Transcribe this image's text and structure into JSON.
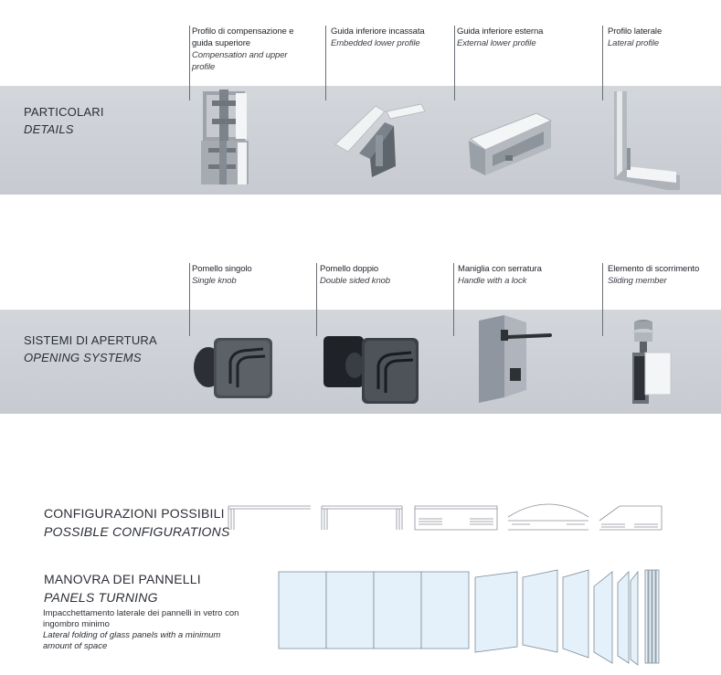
{
  "details": {
    "title": "PARTICOLARI",
    "title_en": "DETAILS",
    "items": [
      {
        "it": "Profilo di compensazione e guida superiore",
        "en": "Compensation and upper profile"
      },
      {
        "it": "Guida inferiore incassata",
        "en": "Embedded lower profile"
      },
      {
        "it": "Guida inferiore esterna",
        "en": "External lower profile"
      },
      {
        "it": "Profilo laterale",
        "en": "Lateral profile"
      }
    ]
  },
  "opening": {
    "title": "SISTEMI DI APERTURA",
    "title_en": "OPENING SYSTEMS",
    "items": [
      {
        "it": "Pomello singolo",
        "en": "Single knob"
      },
      {
        "it": "Pomello doppio",
        "en": "Double sided knob"
      },
      {
        "it": "Maniglia con serratura",
        "en": "Handle with a lock"
      },
      {
        "it": "Elemento di scorrimento",
        "en": "Sliding member"
      }
    ]
  },
  "configurations": {
    "title": "CONFIGURAZIONI POSSIBILI",
    "title_en": "POSSIBLE CONFIGURATIONS"
  },
  "panels": {
    "title": "MANOVRA DEI PANNELLI",
    "title_en": "PANELS TURNING",
    "desc": "Impacchettamento laterale dei pannelli in vetro con ingombro minimo",
    "desc_en": "Lateral folding of glass panels with a minimum amount of space"
  },
  "colors": {
    "band": "#cbced4",
    "glass": "#e3f1fb",
    "glass_edge": "#7f8c96",
    "metal": "#b8bcc2"
  }
}
